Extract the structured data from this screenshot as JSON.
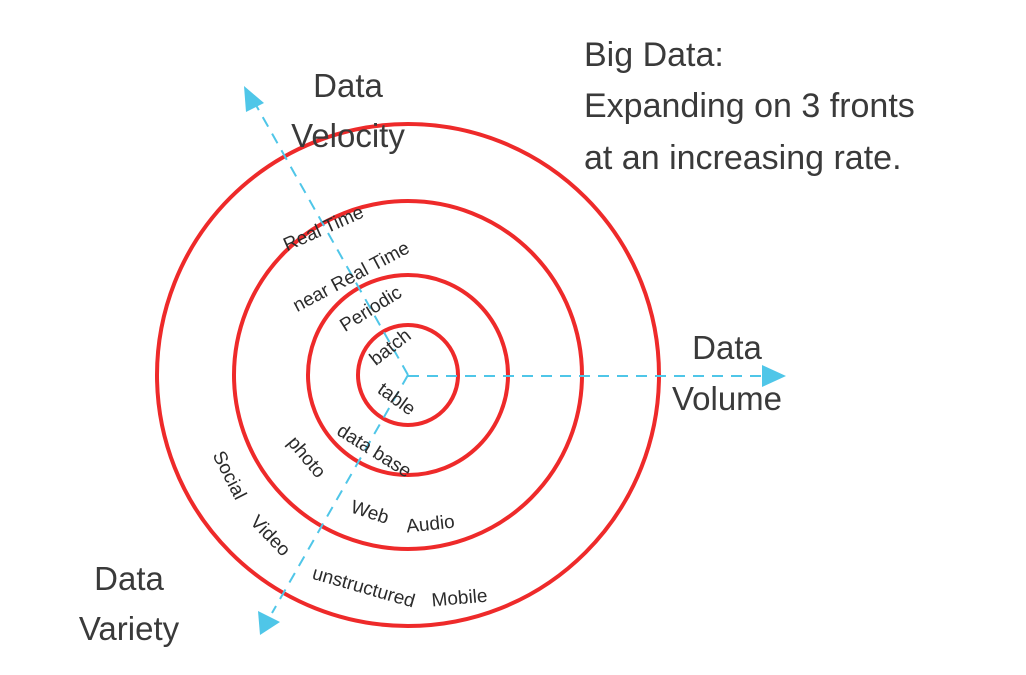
{
  "title": {
    "line1": "Big Data:",
    "line2": "Expanding on 3 fronts",
    "line3": "at an increasing rate."
  },
  "axes": {
    "velocity": {
      "line1": "Data",
      "line2": "Velocity"
    },
    "volume": {
      "line1": "Data",
      "line2": "Volume"
    },
    "variety": {
      "line1": "Data",
      "line2": "Variety"
    }
  },
  "rings": {
    "ring1": {
      "velocity": "batch",
      "variety": [
        "table"
      ]
    },
    "ring2": {
      "velocity": "Periodic",
      "variety": [
        "data base"
      ]
    },
    "ring3": {
      "velocity": "near Real Time",
      "variety": [
        "photo",
        "Web",
        "Audio"
      ]
    },
    "ring4": {
      "velocity": "Real Time",
      "variety": [
        "Social",
        "Video",
        "unstructured",
        "Mobile"
      ]
    }
  },
  "colors": {
    "ring": "#ee2a2a",
    "axis": "#4fc6e8",
    "text": "#3a3a3a"
  }
}
